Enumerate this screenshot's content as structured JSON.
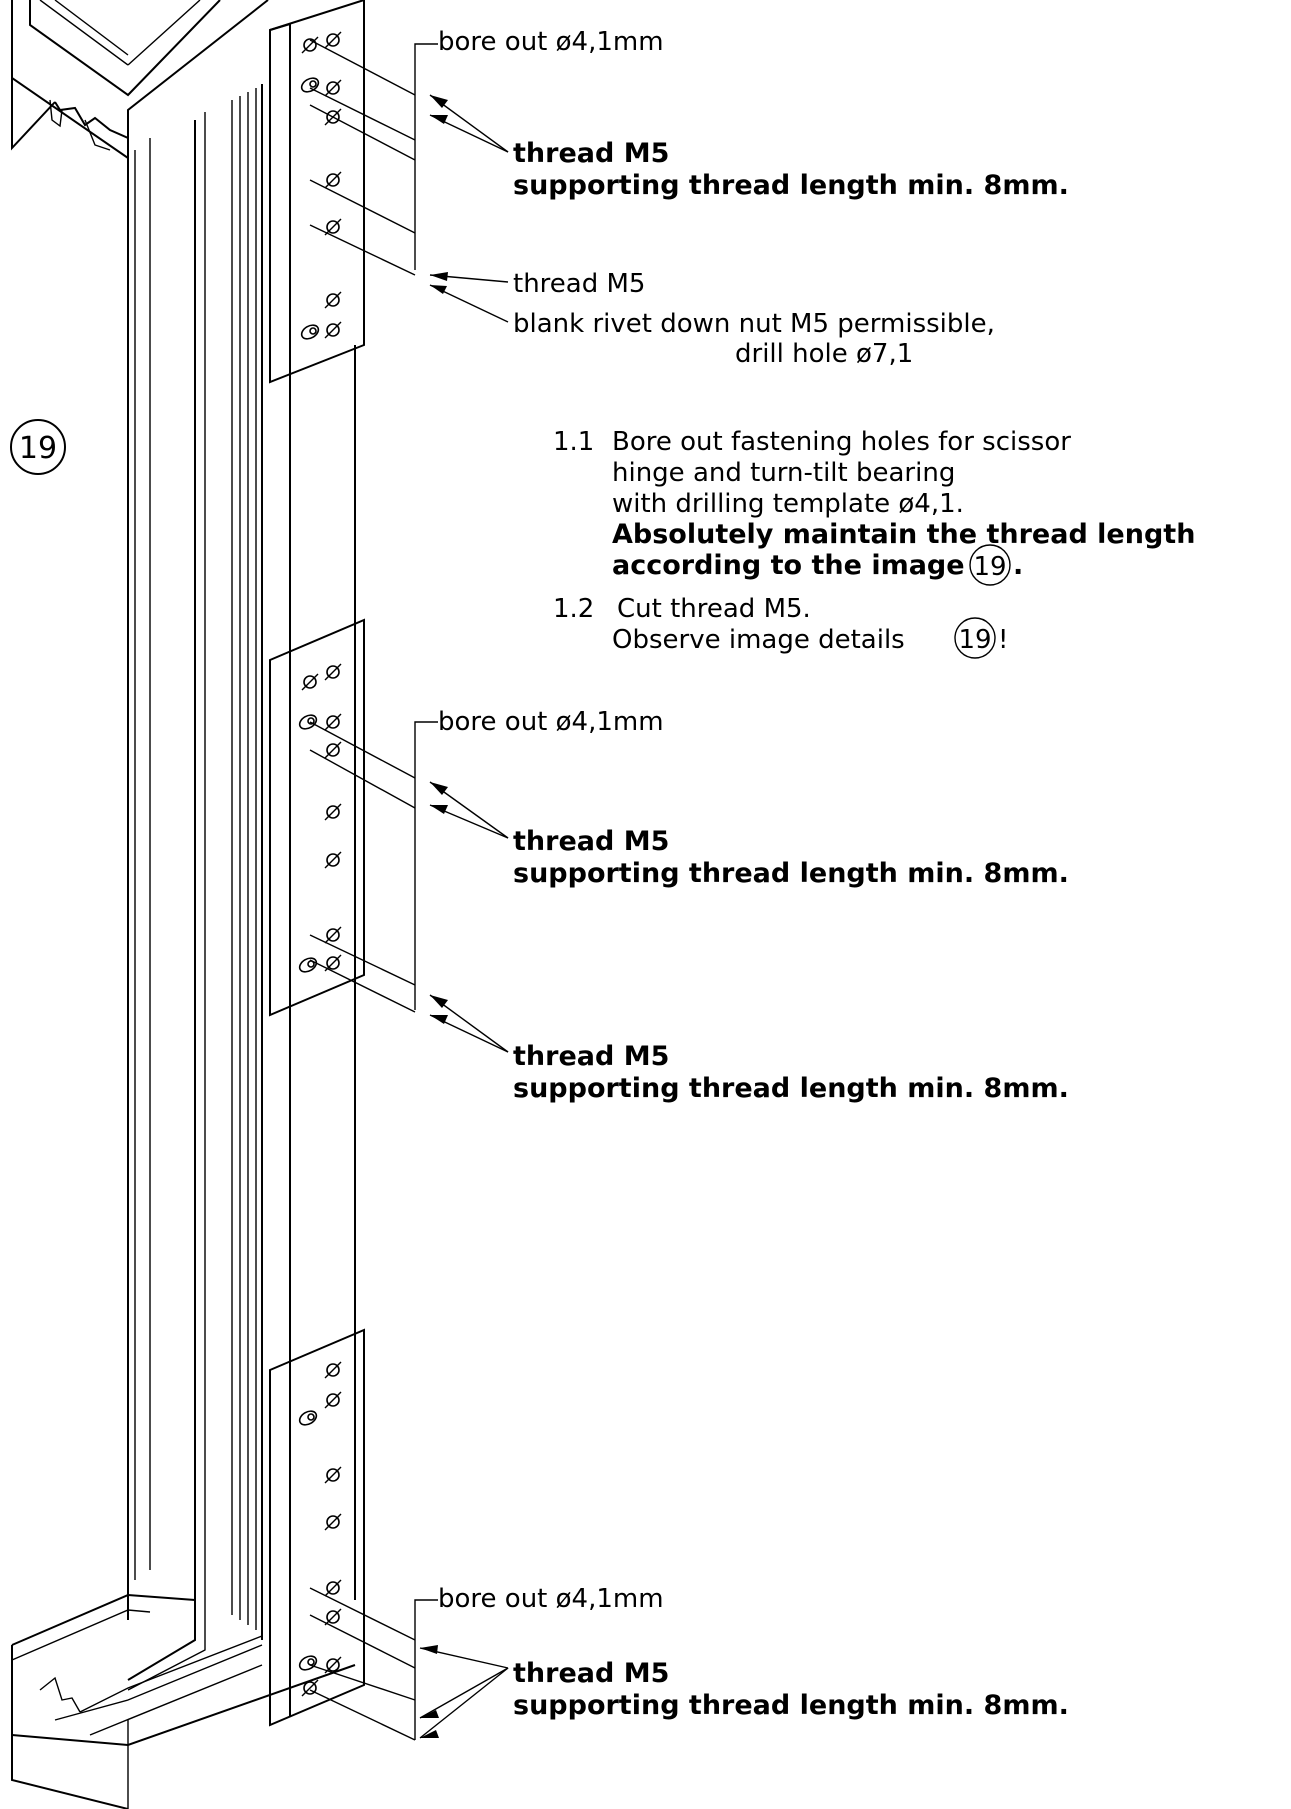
{
  "image_ref": "19",
  "labels": {
    "bore_out": "bore out  ø4,1mm",
    "thread_m5": "thread M5",
    "supporting": "supporting thread length min. 8mm.",
    "blank_rivet_1": "blank rivet down nut M5 permissible,",
    "blank_rivet_2": "drill hole ø7,1"
  },
  "instructions": {
    "step_1_1": {
      "num": "1.1",
      "line1": "Bore out fastening holes for scissor",
      "line2": "hinge and turn-tilt bearing",
      "line3": "with drilling template ø4,1.",
      "line4": "Absolutely maintain the thread length",
      "line5": "according to the image",
      "tail": "."
    },
    "step_1_2": {
      "num": "1.2",
      "line1": "Cut thread M5.",
      "line2": "Observe image details",
      "tail": "!"
    }
  }
}
